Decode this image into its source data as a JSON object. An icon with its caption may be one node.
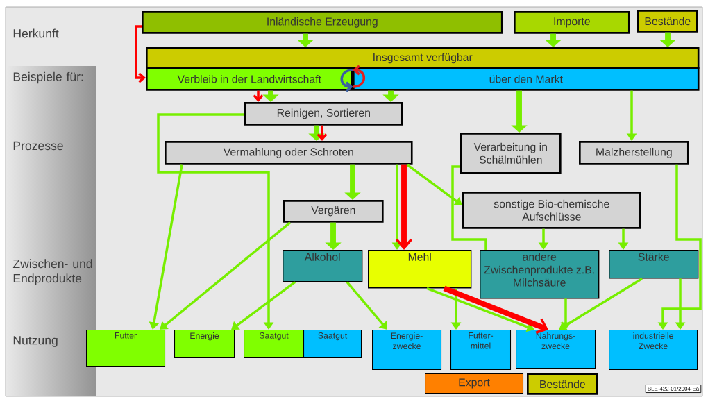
{
  "diagram": {
    "nodes": [
      {
        "text": [
          "Inländische Erzeugung"
        ]
      },
      {
        "text": [
          "Importe"
        ]
      },
      {
        "text": [
          "Bestände"
        ]
      },
      {
        "text": [
          "Insgesamt verfügbar"
        ]
      },
      {
        "text": [
          "Verbleib in der Landwirtschaft"
        ]
      },
      {
        "text": [
          "über den Markt"
        ]
      },
      {
        "text": [
          "Reinigen, Sortieren"
        ]
      },
      {
        "text": [
          "Vermahlung oder Schroten"
        ]
      },
      {
        "text": [
          "Verarbeitung in Schälmühlen"
        ]
      },
      {
        "text": [
          "Malzherstellung"
        ]
      },
      {
        "text": [
          "Vergären"
        ]
      },
      {
        "text": [
          "sonstige Bio-chemische Aufschlüsse"
        ]
      },
      {
        "text": [
          "Alkohol"
        ]
      },
      {
        "text": [
          "Mehl"
        ]
      },
      {
        "text": [
          "andere Zwischenprodukte z.B. Milchsäure"
        ]
      },
      {
        "text": [
          "Stärke"
        ]
      },
      {
        "text": [
          "Futter"
        ]
      },
      {
        "text": [
          "Energie"
        ]
      },
      {
        "text": [
          "Saatgut"
        ]
      },
      {
        "text": [
          "Saatgut"
        ]
      },
      {
        "text": [
          "Energie- zwecke"
        ]
      },
      {
        "text": [
          "Futter- mittel"
        ]
      },
      {
        "text": [
          "Nahrungs- zwecke"
        ]
      },
      {
        "text": [
          "industrielle Zwecke"
        ]
      },
      {
        "text": [
          "Export"
        ]
      },
      {
        "text": [
          "Bestände"
        ]
      }
    ],
    "edges": [
      {
        "from": 0,
        "to": 3,
        "arrow": "to",
        "style": "thick"
      },
      {
        "from": 1,
        "to": 3,
        "arrow": "to",
        "style": "thick"
      },
      {
        "from": 2,
        "to": 3,
        "arrow": "to",
        "style": "thick"
      },
      {
        "from": 4,
        "to": 6,
        "arrow": "to",
        "style": "thick"
      },
      {
        "from": 5,
        "to": 6,
        "arrow": "to",
        "style": "thick"
      },
      {
        "from": 6,
        "to": 7,
        "arrow": "to",
        "style": "thick"
      },
      {
        "from": 5,
        "to": 8,
        "arrow": "to",
        "style": "thick"
      },
      {
        "from": 5,
        "to": 9,
        "arrow": "to"
      },
      {
        "from": 7,
        "to": 10,
        "arrow": "to",
        "style": "thick"
      },
      {
        "from": 7,
        "to": 11,
        "arrow": "to"
      },
      {
        "from": 7,
        "to": 13,
        "arrow": "to"
      },
      {
        "from": 7,
        "to": 16,
        "arrow": "to"
      },
      {
        "from": 6,
        "to": 18,
        "arrow": "to"
      },
      {
        "from": 10,
        "to": 16,
        "arrow": "to"
      },
      {
        "from": 10,
        "to": 12,
        "arrow": "to",
        "style": "thick"
      },
      {
        "from": 12,
        "to": 17,
        "arrow": "to"
      },
      {
        "from": 12,
        "to": 20,
        "arrow": "to"
      },
      {
        "from": 13,
        "to": 21,
        "arrow": "to"
      },
      {
        "from": 13,
        "to": 22,
        "arrow": "to"
      },
      {
        "from": 14,
        "to": 22,
        "arrow": "to"
      },
      {
        "from": 15,
        "to": 22,
        "arrow": "to"
      },
      {
        "from": 11,
        "to": 14,
        "arrow": "to"
      },
      {
        "from": 8,
        "to": 14,
        "arrow": "none"
      },
      {
        "from": 11,
        "to": 15,
        "arrow": "to"
      },
      {
        "from": 9,
        "to": 23,
        "arrow": "to"
      },
      {
        "from": 15,
        "to": 23,
        "arrow": "to"
      },
      {
        "from": 0,
        "to": 4,
        "arrow": "to",
        "color": "#ff0000"
      },
      {
        "from": 4,
        "to": 6,
        "arrow": "to",
        "color": "#ff0000"
      },
      {
        "from": 6,
        "to": 7,
        "arrow": "to",
        "color": "#ff0000"
      },
      {
        "from": 7,
        "to": 13,
        "arrow": "to",
        "style": "thick",
        "color": "#ff0000"
      },
      {
        "from": 13,
        "to": 22,
        "arrow": "to",
        "style": "thick",
        "color": "#ff0000"
      },
      {
        "from": 5,
        "to": 4,
        "arrow": "to",
        "color": "#3a5fa0"
      },
      {
        "from": 4,
        "to": 5,
        "arrow": "to",
        "color": "#e02020"
      }
    ],
    "labels": [
      "Herkunft",
      "Beispiele für:",
      "Prozesse",
      "Zwischen- und Endprodukte",
      "Nutzung",
      "BLE-422-01/2004-Ea"
    ]
  }
}
